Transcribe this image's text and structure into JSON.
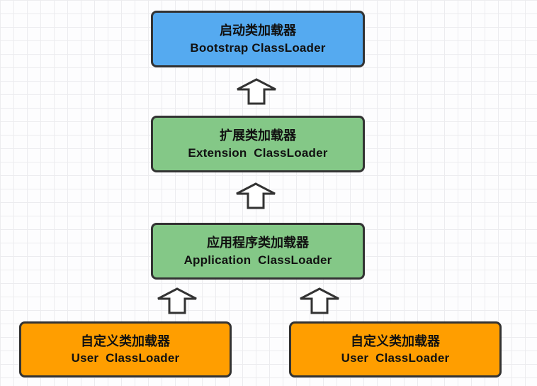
{
  "diagram": {
    "description": "Java ClassLoader hierarchy diagram",
    "background": {
      "bg_color": "#fdfdfe",
      "grid_color": "#ececef"
    },
    "border_color": "#333333",
    "nodes": [
      {
        "id": "bootstrap",
        "label_zh": "启动类加载器",
        "label_en": "Bootstrap ClassLoader",
        "color": "#55aaf0"
      },
      {
        "id": "extension",
        "label_zh": "扩展类加载器",
        "label_en": "Extension  ClassLoader",
        "color": "#84c887"
      },
      {
        "id": "application",
        "label_zh": "应用程序类加载器",
        "label_en": "Application  ClassLoader",
        "color": "#84c887"
      },
      {
        "id": "user_left",
        "label_zh": "自定义类加载器",
        "label_en": "User  ClassLoader",
        "color": "#ff9e00"
      },
      {
        "id": "user_right",
        "label_zh": "自定义类加载器",
        "label_en": "User  ClassLoader",
        "color": "#ff9e00"
      }
    ],
    "arrows": [
      {
        "from": "extension",
        "to": "bootstrap",
        "direction": "up"
      },
      {
        "from": "application",
        "to": "extension",
        "direction": "up"
      },
      {
        "from": "user_left",
        "to": "application",
        "direction": "up"
      },
      {
        "from": "user_right",
        "to": "application",
        "direction": "up"
      }
    ]
  }
}
